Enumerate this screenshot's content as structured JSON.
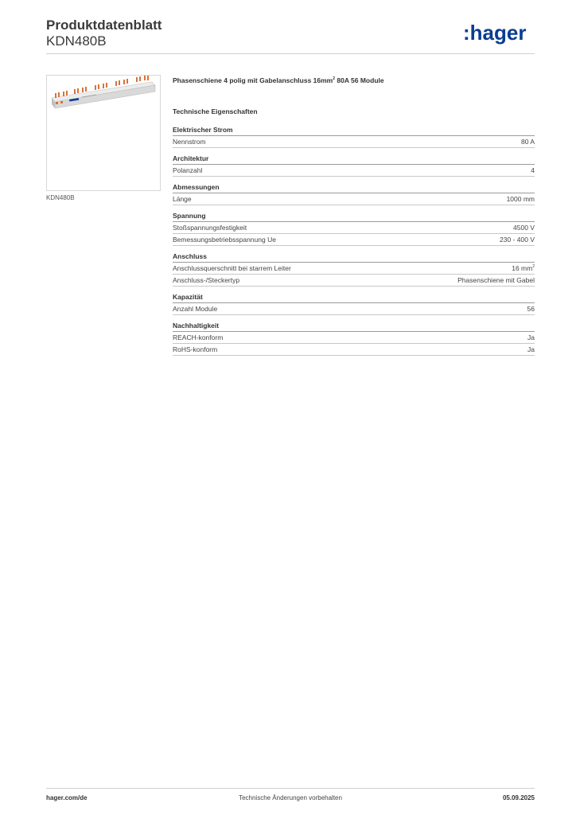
{
  "header": {
    "title": "Produktdatenblatt",
    "code": "KDN480B",
    "logo_text": ":hager"
  },
  "image": {
    "caption": "KDN480B"
  },
  "product": {
    "title_main": "Phasenschiene 4 polig mit Gabelanschluss 16mm",
    "title_sup": "2",
    "title_rest": " 80A 56 Module"
  },
  "section_heading": "Technische Eigenschaften",
  "groups": [
    {
      "title": "Elektrischer Strom",
      "rows": [
        {
          "label": "Nennstrom",
          "value": "80 A"
        }
      ]
    },
    {
      "title": "Architektur",
      "rows": [
        {
          "label": "Polanzahl",
          "value": "4"
        }
      ]
    },
    {
      "title": "Abmessungen",
      "rows": [
        {
          "label": "Länge",
          "value": "1000 mm"
        }
      ]
    },
    {
      "title": "Spannung",
      "rows": [
        {
          "label": "Stoßspannungsfestigkeit",
          "value": "4500 V"
        },
        {
          "label": "Bemessungsbetriebsspannung Ue",
          "value": "230 - 400 V"
        }
      ]
    },
    {
      "title": "Anschluss",
      "rows": [
        {
          "label": "Anschlussquerschnitt bei starrem Leiter",
          "value": "16 mm",
          "value_sup": "2"
        },
        {
          "label": "Anschluss-/Steckertyp",
          "value": "Phasenschiene mit Gabel"
        }
      ]
    },
    {
      "title": "Kapazität",
      "rows": [
        {
          "label": "Anzahl Module",
          "value": "56"
        }
      ]
    },
    {
      "title": "Nachhaltigkeit",
      "rows": [
        {
          "label": "REACH-konform",
          "value": "Ja"
        },
        {
          "label": "RoHS-konform",
          "value": "Ja"
        }
      ]
    }
  ],
  "footer": {
    "left": "hager.com/de",
    "center": "Technische Änderungen vorbehalten",
    "right": "05.09.2025"
  },
  "colors": {
    "logo_blue": "#0a3d91",
    "busbar_orange": "#d9733a",
    "busbar_grey": "#e6e6e6"
  }
}
